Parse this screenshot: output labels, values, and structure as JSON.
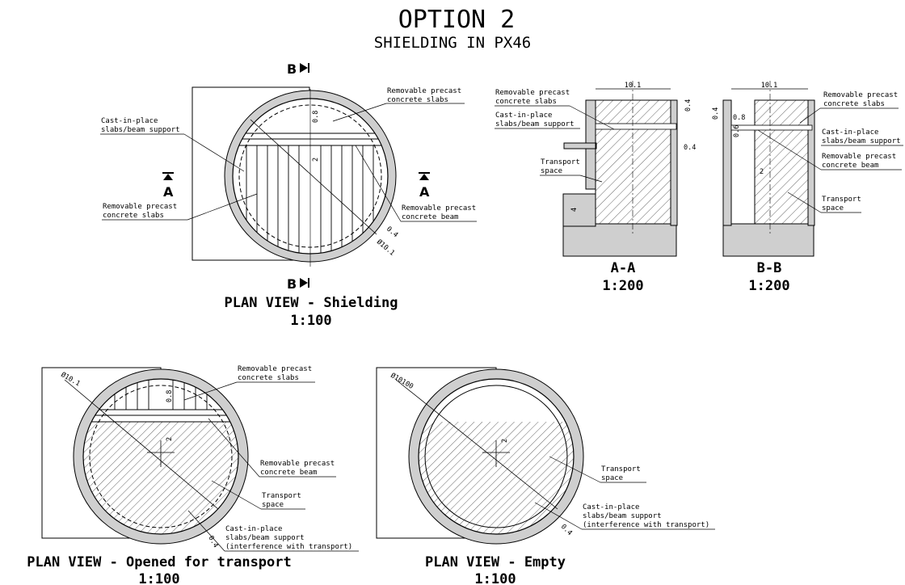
{
  "header": {
    "title": "OPTION 2",
    "subtitle": "SHIELDING IN PX46"
  },
  "plan_shielding": {
    "caption": "PLAN VIEW - Shielding",
    "scale": "1:100",
    "section_b": "B",
    "section_a": "A",
    "labels": {
      "precast_slabs": "Removable precast|concrete slabs",
      "cast_in_place": "Cast-in-place|slabs/beam support",
      "precast_slabs_left": "Removable precast|concrete slabs",
      "precast_beam": "Removable precast|concrete beam"
    },
    "dims": {
      "d1": "0.8",
      "d2": "2",
      "d3": "0.4",
      "d4": "Ø10.1"
    }
  },
  "section_aa": {
    "caption": "A-A",
    "scale": "1:200",
    "labels": {
      "precast_slabs": "Removable precast|concrete slabs",
      "cast_in_place": "Cast-in-place|slabs/beam support",
      "transport": "Transport|space"
    },
    "dims": {
      "width": "10.1",
      "d1": "0.4",
      "d2": "0.4",
      "d3": "4"
    }
  },
  "section_bb": {
    "caption": "B-B",
    "scale": "1:200",
    "labels": {
      "precast_slabs": "Removable precast|concrete slabs",
      "cast_in_place": "Cast-in-place|slabs/beam support",
      "precast_beam": "Removable precast|concrete beam",
      "transport": "Transport|space"
    },
    "dims": {
      "width": "10.1",
      "d1": "0.4",
      "d2": "0.8",
      "d3": "0.6",
      "d4": "2"
    }
  },
  "plan_opened": {
    "caption": "PLAN VIEW - Opened for transport",
    "scale": "1:100",
    "labels": {
      "precast_slabs": "Removable precast|concrete slabs",
      "precast_beam": "Removable precast|concrete beam",
      "transport": "Transport|space",
      "cast_in_place": "Cast-in-place|slabs/beam support|(interference with transport)"
    },
    "dims": {
      "d1": "0.8",
      "d2": "2",
      "d3": "0.4",
      "d4": "Ø10.1"
    }
  },
  "plan_empty": {
    "caption": "PLAN VIEW - Empty",
    "scale": "1:100",
    "labels": {
      "transport": "Transport|space",
      "cast_in_place": "Cast-in-place|slabs/beam support|(interference with transport)"
    },
    "dims": {
      "d1": "2",
      "d2": "0.4",
      "d3": "Ø10100"
    }
  }
}
